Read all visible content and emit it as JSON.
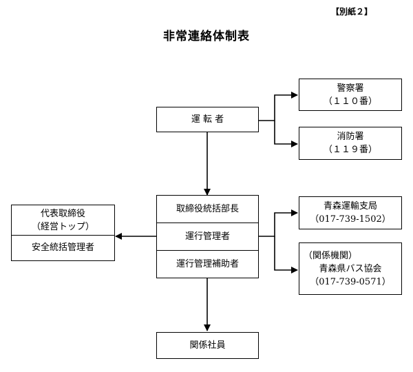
{
  "header": {
    "annex_label": "【別紙２】",
    "title": "非常連絡体制表"
  },
  "nodes": {
    "driver": {
      "label": "運 転 者"
    },
    "police": {
      "line1": "警察署",
      "line2": "（１１０番）"
    },
    "fire": {
      "line1": "消防署",
      "line2": "（１１９番）"
    },
    "management": {
      "director": "取締役統括部長",
      "manager": "運行管理者",
      "assistant": "運行管理補助者"
    },
    "executive": {
      "line1": "代表取締役",
      "line2": "（経営トップ）",
      "safety": "安全統括管理者"
    },
    "transport_bureau": {
      "line1": "青森運輸支局",
      "line2": "（017-739-1502）"
    },
    "bus_association": {
      "line1": "（関係機関）",
      "line2": "青森県バス協会",
      "line3": "（017-739-0571）"
    },
    "staff": {
      "label": "関係社員"
    }
  }
}
